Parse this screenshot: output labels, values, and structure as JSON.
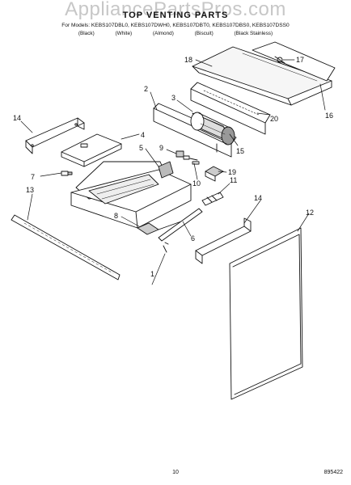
{
  "watermark": "AppliancePartsPros.com",
  "header": {
    "title": "TOP VENTING PARTS",
    "models_line": "For Models: KEBS107DBL0, KEBS107DWH0, KEBS107DBT0, KEBS107DBS0, KEBS107DSS0",
    "colors": [
      "(Black)",
      "(White)",
      "(Almond)",
      "(Biscuit)",
      "(Black Stainless)"
    ]
  },
  "callouts": [
    "1",
    "2",
    "3",
    "4",
    "5",
    "6",
    "7",
    "8",
    "9",
    "10",
    "11",
    "12",
    "13",
    "14",
    "14",
    "15",
    "16",
    "17",
    "18",
    "19",
    "20"
  ],
  "footer": {
    "page_number": "10",
    "diagram_code": "895422"
  }
}
